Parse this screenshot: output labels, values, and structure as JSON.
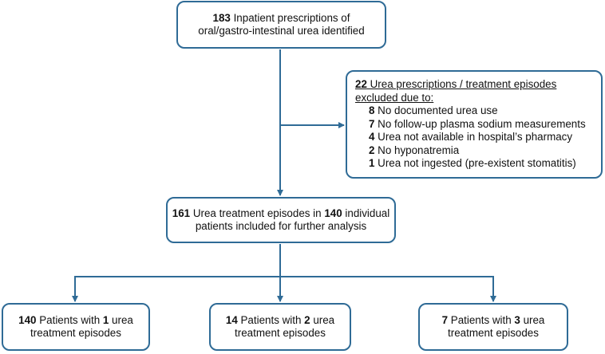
{
  "top": {
    "count": "183",
    "line1_rest": " Inpatient prescriptions of",
    "line2": "oral/gastro-intestinal urea identified"
  },
  "exclusion": {
    "count": "22",
    "head_rest": " Urea prescriptions / treatment episodes",
    "head_line2": "excluded due to:",
    "reasons": [
      {
        "count": "8",
        "text": " No documented urea use"
      },
      {
        "count": "7",
        "text": " No follow-up plasma sodium measurements"
      },
      {
        "count": "4",
        "text": " Urea not available in hospital’s pharmacy"
      },
      {
        "count": "2",
        "text": " No hyponatremia"
      },
      {
        "count": "1",
        "text": " Urea not ingested (pre-existent stomatitis)"
      }
    ]
  },
  "included": {
    "episodes": "161",
    "mid_text": " Urea treatment episodes in ",
    "patients": "140",
    "rest": " individual",
    "line2": "patients included for further analysis"
  },
  "groups": [
    {
      "patients": "140",
      "text_a": " Patients with ",
      "episodes": "1",
      "text_b": " urea",
      "line2": "treatment episodes"
    },
    {
      "patients": "14",
      "text_a": " Patients with ",
      "episodes": "2",
      "text_b": " urea",
      "line2": "treatment episodes"
    },
    {
      "patients": "7",
      "text_a": " Patients with ",
      "episodes": "3",
      "text_b": " urea",
      "line2": "treatment episodes"
    }
  ],
  "colors": {
    "border": "#2f6b96",
    "arrow": "#2f6b96"
  }
}
